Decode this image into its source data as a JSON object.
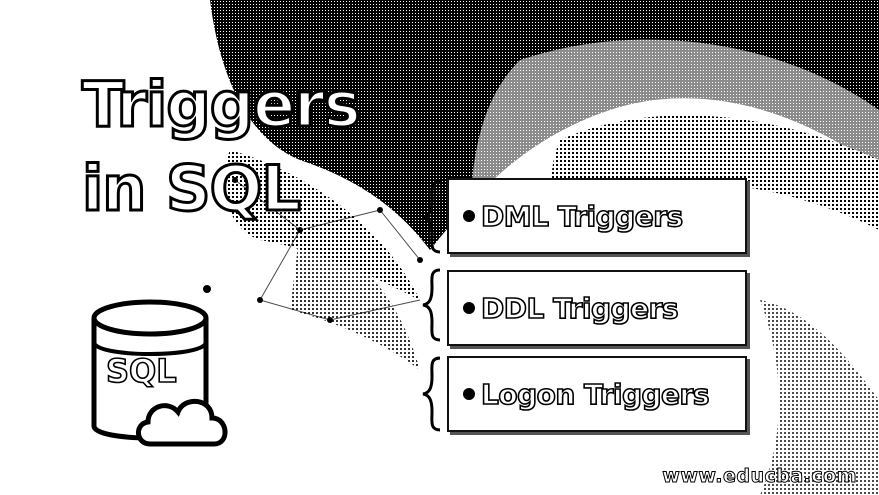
{
  "title": {
    "line1": "Triggers",
    "line2": "in SQL"
  },
  "bullets": [
    {
      "label": "DML Triggers"
    },
    {
      "label": "DDL Triggers"
    },
    {
      "label": "Logon Triggers"
    }
  ],
  "db_icon": {
    "label": "SQL",
    "icon": "database-cloud-icon"
  },
  "footer": {
    "url": "www.educba.com"
  },
  "colors": {
    "background": "#ffffff",
    "ink": "#000000",
    "text_fill": "#ffffff"
  }
}
